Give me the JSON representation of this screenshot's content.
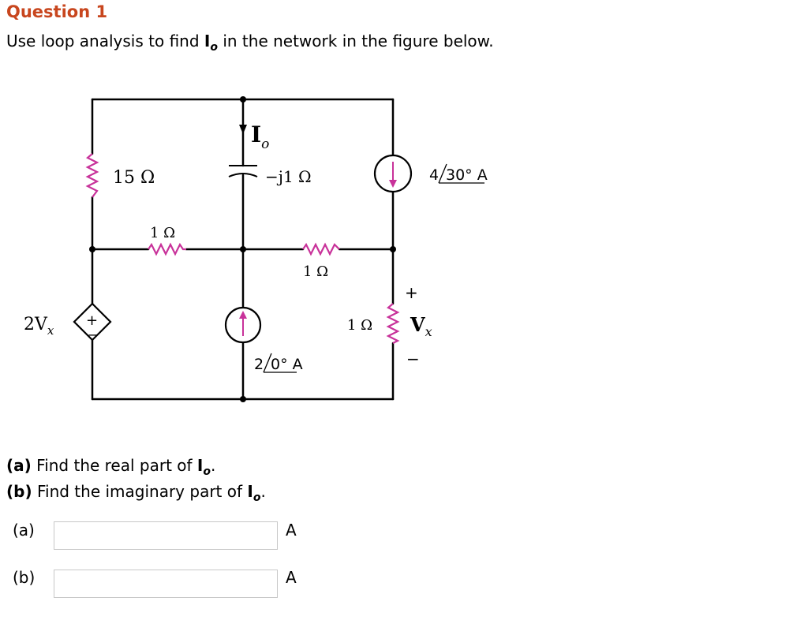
{
  "question": {
    "title": "Question 1",
    "prompt_pre": "Use loop analysis to find ",
    "prompt_var": "I",
    "prompt_sub": "o",
    "prompt_post": " in the network in the figure below."
  },
  "circuit": {
    "r15": "15 Ω",
    "cap": "−j1 Ω",
    "r1_top": "1 Ω",
    "r1_mid": "1 Ω",
    "r1_right": "1 Ω",
    "io_var": "I",
    "io_sub": "o",
    "isrc1_mag": "4",
    "isrc1_rest": "30° A",
    "isrc2_mag": "2",
    "isrc2_rest": "0° A",
    "dep_gain": "2V",
    "dep_sub": "x",
    "vx_var": "V",
    "vx_sub": "x",
    "plus": "+",
    "minus": "−",
    "dep_plus": "+",
    "dep_minus": "−"
  },
  "parts": {
    "a_prefix": "(a)",
    "a_text": " Find the real part of ",
    "a_var": "I",
    "a_sub": "o",
    "a_end": ".",
    "b_prefix": "(b)",
    "b_text": " Find the imaginary part of ",
    "b_var": "I",
    "b_sub": "o",
    "b_end": "."
  },
  "answers": [
    {
      "label": "(a)",
      "value": "",
      "unit": "A"
    },
    {
      "label": "(b)",
      "value": "",
      "unit": "A"
    }
  ]
}
